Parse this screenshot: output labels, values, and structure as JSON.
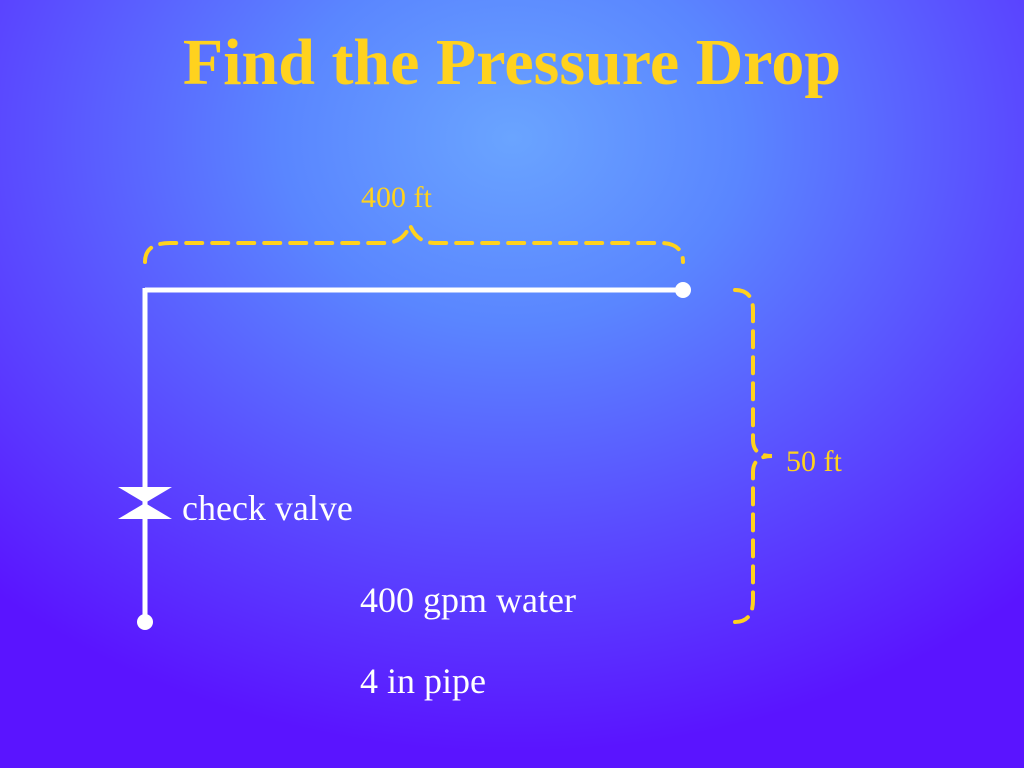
{
  "slide": {
    "title": "Find the Pressure Drop"
  },
  "dimensions": {
    "horizontal_length": "400 ft",
    "vertical_rise": "50 ft"
  },
  "components": {
    "valve_label": "check valve"
  },
  "conditions": {
    "flow": "400 gpm water",
    "pipe": "4 in pipe"
  },
  "colors": {
    "title": "#ffd21e",
    "dimension": "#ffd21e",
    "pipe": "#ffffff",
    "text": "#ffffff",
    "background_center": "#6aa4ff",
    "background_edge": "#5a14ff"
  }
}
